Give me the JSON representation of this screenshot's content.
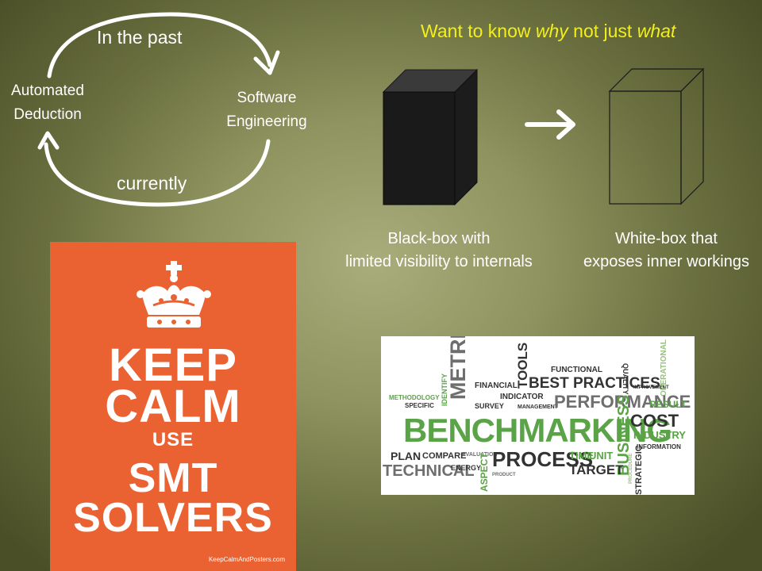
{
  "cycle": {
    "top_label": "In the past",
    "bottom_label": "currently",
    "left_node": [
      "Automated",
      "Deduction"
    ],
    "right_node": [
      "Software",
      "Engineering"
    ]
  },
  "headline": {
    "part1": "Want to know ",
    "em1": "why",
    "part2": " not just ",
    "em2": "what"
  },
  "boxes": {
    "black_caption": [
      "Black-box with",
      "limited visibility to internals"
    ],
    "white_caption": [
      "White-box that",
      "exposes inner workings"
    ]
  },
  "poster": {
    "lines": [
      "KEEP",
      "CALM",
      "USE",
      "SMT",
      "SOLVERS"
    ],
    "footer": "KeepCalmAndPosters.com"
  },
  "wordcloud": {
    "words": [
      "METRICS",
      "TOOLS",
      "FUNCTIONAL",
      "QUALITY",
      "OPERATIONAL",
      "FINANCIAL",
      "BEST PRACTICES",
      "IMPROVEMENT",
      "METHODOLOGY",
      "IDENTIFY",
      "INDICATOR",
      "SPECIFIC",
      "SURVEY",
      "MANAGEMENT",
      "PERFORMANCE",
      "RESULT",
      "BENCHMARKING",
      "BUSINESS",
      "COST",
      "INDUSTRY",
      "INFORMATION",
      "PROCEDURE",
      "PLAN",
      "COMPARE",
      "EVALUATION",
      "PROCESS",
      "TIME",
      "UNIT",
      "TECHNICAL",
      "ENERGY",
      "ASPECT",
      "PRODUCT",
      "TARGET",
      "STRATEGIC"
    ]
  },
  "colors": {
    "headline": "#f2ef1b",
    "poster": "#ea6232",
    "cloud_green": "#5aa346"
  }
}
